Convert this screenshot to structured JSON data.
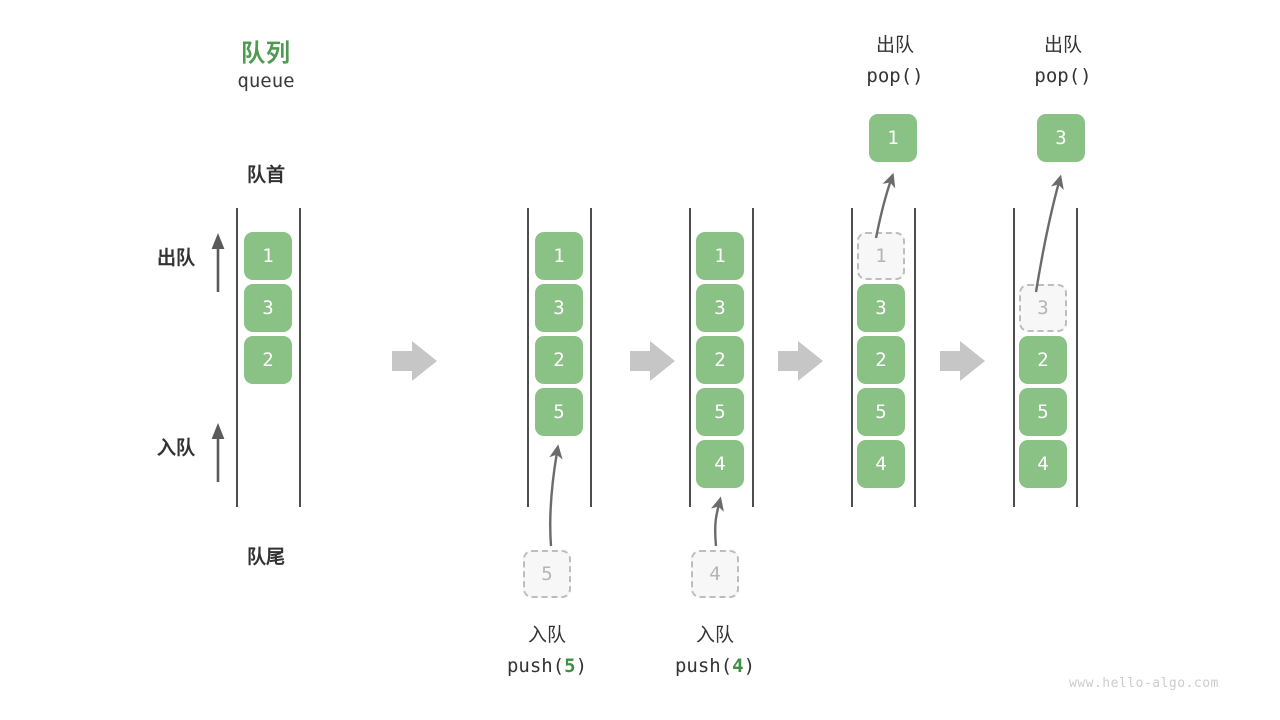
{
  "diagram": {
    "title_cn": "队列",
    "title_en": "queue",
    "head_label": "队首",
    "tail_label": "队尾",
    "dequeue_label": "出队",
    "enqueue_label": "入队",
    "watermark": "www.hello-algo.com",
    "colors": {
      "cell_fill": "#8ac185",
      "cell_text": "#ffffff",
      "ghost_fill": "#f7f7f7",
      "ghost_border": "#bdbdbd",
      "ghost_text": "#b4b4b4",
      "rail": "#4d4d4d",
      "arrow_gray": "#c6c6c6",
      "curve_arrow": "#6b6b6b",
      "title_green": "#4e9a51",
      "text_dark": "#333333",
      "watermark": "#cccccc"
    }
  },
  "columns": [
    {
      "id": "initial",
      "name": "initial-queue",
      "cells": [
        {
          "value": "1",
          "state": "filled"
        },
        {
          "value": "3",
          "state": "filled"
        },
        {
          "value": "2",
          "state": "filled"
        }
      ]
    },
    {
      "id": "push5",
      "name": "queue-after-push-5",
      "caption_cn": "入队",
      "caption_code_prefix": "push(",
      "caption_code_arg": "5",
      "caption_code_suffix": ")",
      "incoming_value": "5",
      "cells": [
        {
          "value": "1",
          "state": "filled"
        },
        {
          "value": "3",
          "state": "filled"
        },
        {
          "value": "2",
          "state": "filled"
        },
        {
          "value": "5",
          "state": "filled"
        }
      ]
    },
    {
      "id": "push4",
      "name": "queue-after-push-4",
      "caption_cn": "入队",
      "caption_code_prefix": "push(",
      "caption_code_arg": "4",
      "caption_code_suffix": ")",
      "incoming_value": "4",
      "cells": [
        {
          "value": "1",
          "state": "filled"
        },
        {
          "value": "3",
          "state": "filled"
        },
        {
          "value": "2",
          "state": "filled"
        },
        {
          "value": "5",
          "state": "filled"
        },
        {
          "value": "4",
          "state": "filled"
        }
      ]
    },
    {
      "id": "pop1",
      "name": "queue-after-pop-1",
      "header_cn": "出队",
      "header_code": "pop()",
      "popped_value": "1",
      "cells": [
        {
          "value": "1",
          "state": "ghost"
        },
        {
          "value": "3",
          "state": "filled"
        },
        {
          "value": "2",
          "state": "filled"
        },
        {
          "value": "5",
          "state": "filled"
        },
        {
          "value": "4",
          "state": "filled"
        }
      ]
    },
    {
      "id": "pop3",
      "name": "queue-after-pop-3",
      "header_cn": "出队",
      "header_code": "pop()",
      "popped_value": "3",
      "cells": [
        {
          "value": "3",
          "state": "ghost"
        },
        {
          "value": "2",
          "state": "filled"
        },
        {
          "value": "5",
          "state": "filled"
        },
        {
          "value": "4",
          "state": "filled"
        }
      ]
    }
  ]
}
